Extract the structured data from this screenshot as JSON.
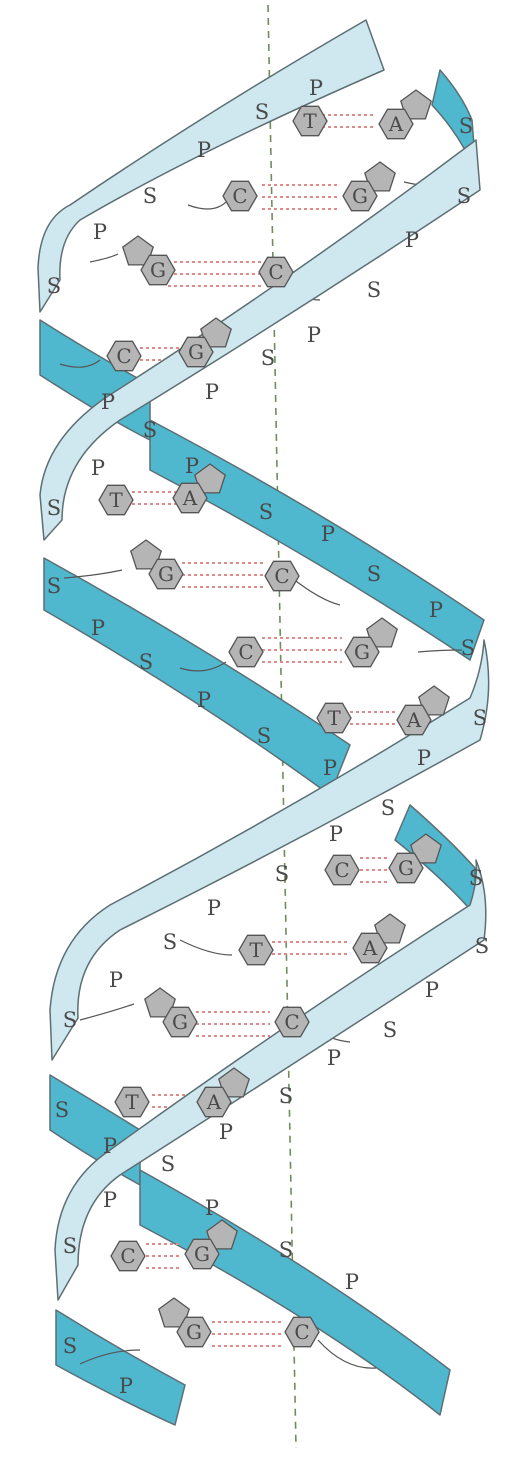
{
  "colors": {
    "strand_light": "#cfe7ee",
    "strand_dark": "#4fb8cf",
    "strand_edge": "#5c6f74",
    "base_fill": "#b5b5b5",
    "base_edge": "#555555",
    "hydrogen_bond": "#e08a8a",
    "axis": "#6f8c5c"
  },
  "labels": {
    "sugar": "S",
    "phosphate": "P"
  },
  "base_pairs": [
    {
      "left": "T",
      "right": "A"
    },
    {
      "left": "C",
      "right": "G"
    },
    {
      "left": "G",
      "right": "C"
    },
    {
      "left": "C",
      "right": "G"
    },
    {
      "left": "T",
      "right": "A"
    },
    {
      "left": "G",
      "right": "C"
    },
    {
      "left": "C",
      "right": "G"
    },
    {
      "left": "T",
      "right": "A"
    },
    {
      "left": "C",
      "right": "G"
    },
    {
      "left": "T",
      "right": "A"
    },
    {
      "left": "G",
      "right": "C"
    },
    {
      "left": "T",
      "right": "A"
    },
    {
      "left": "C",
      "right": "G"
    },
    {
      "left": "G",
      "right": "C"
    }
  ]
}
